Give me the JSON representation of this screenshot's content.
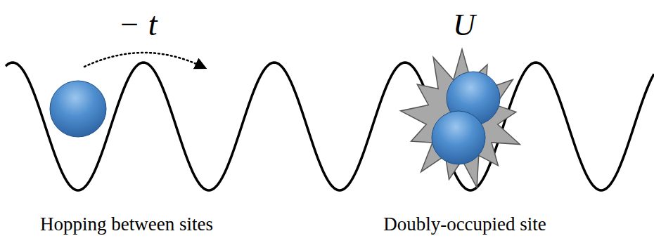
{
  "diagram": {
    "labels": [
      "− t",
      "U",
      "Hopping between sites",
      "Doubly-occupied site"
    ]
  }
}
